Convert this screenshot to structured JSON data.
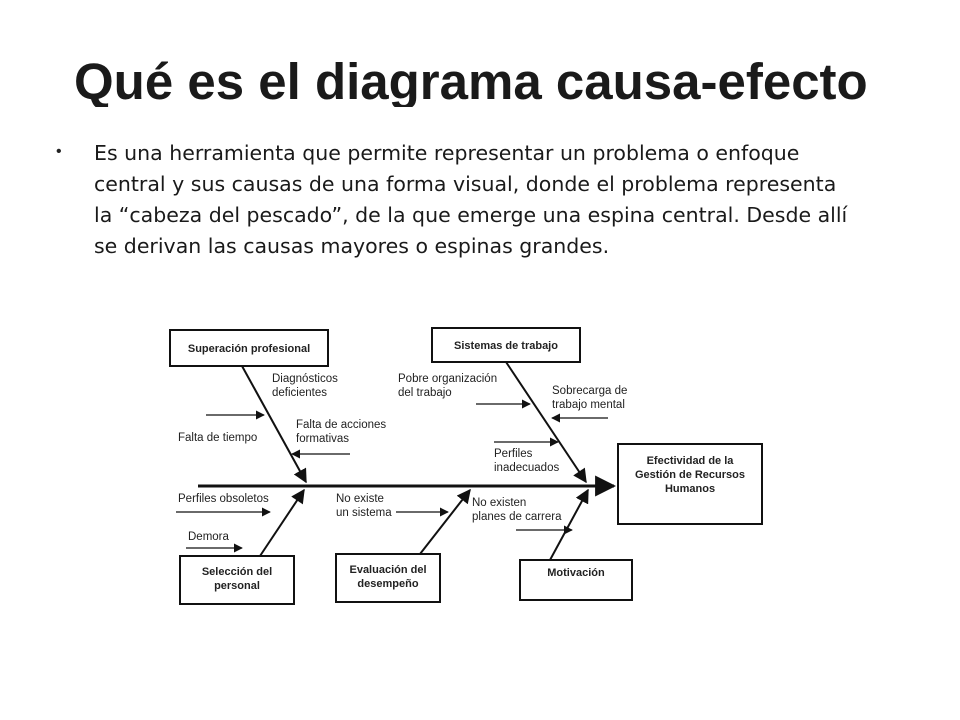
{
  "slide": {
    "title": "Qué es el diagrama causa-efecto",
    "bullet_lines": [
      "Es una herramienta que permite representar un problema o enfoque",
      "central y sus causas de una forma visual, donde el problema representa",
      "la “cabeza del pescado”, de la que emerge una  espina central. Desde allí",
      "se derivan las causas mayores o espinas  grandes."
    ]
  },
  "diagram": {
    "effect": [
      "Efectividad de la",
      "Gestión de Recursos",
      "Humanos"
    ],
    "categories": {
      "superacion": "Superación profesional",
      "sistemas": "Sistemas de trabajo",
      "seleccion": [
        "Selección del",
        "personal"
      ],
      "evaluacion": [
        "Evaluación del",
        "desempeño"
      ],
      "motivacion": "Motivación"
    },
    "causes": {
      "diagnosticos": [
        "Diagnósticos",
        "deficientes"
      ],
      "falta_tiempo": "Falta de tiempo",
      "falta_acciones": [
        "Falta de acciones",
        "formativas"
      ],
      "pobre_organizacion": [
        "Pobre organización",
        "del trabajo"
      ],
      "sobrecarga": [
        "Sobrecarga de",
        "trabajo mental"
      ],
      "perfiles_inadecuados": [
        "Perfiles",
        "inadecuados"
      ],
      "perfiles_obsoletos": "Perfiles obsoletos",
      "demora": "Demora",
      "no_sistema": [
        "No existe",
        "un sistema"
      ],
      "no_planes": [
        "No existen",
        "planes de carrera"
      ]
    }
  }
}
